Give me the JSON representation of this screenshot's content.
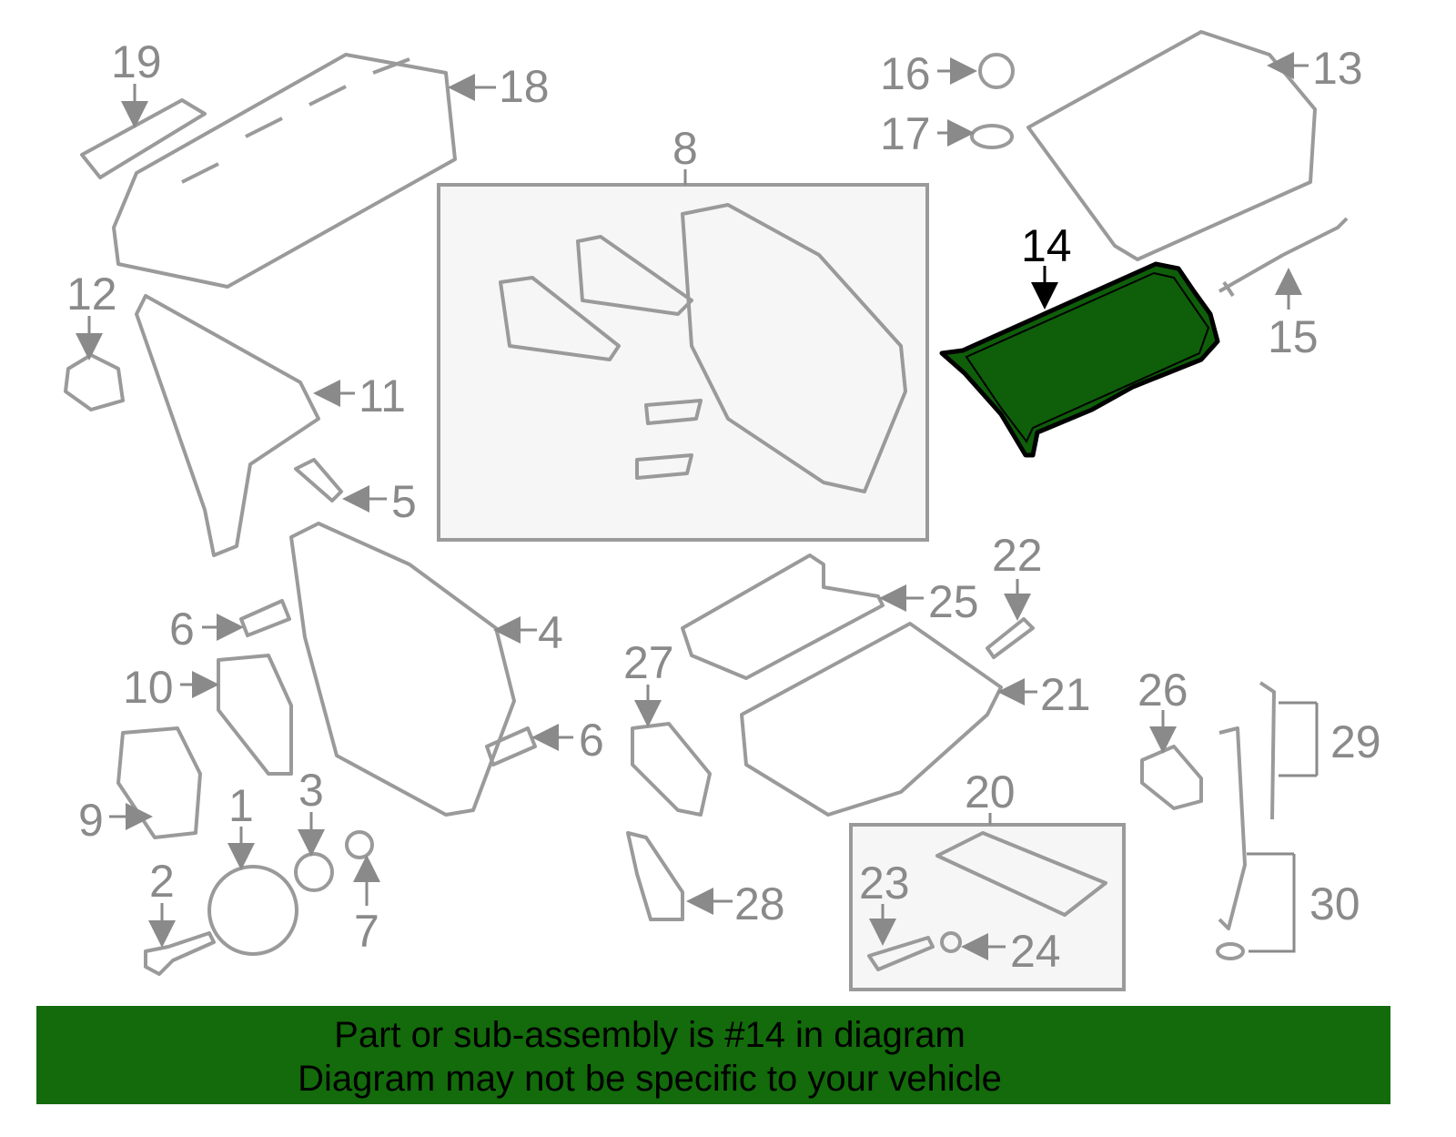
{
  "diagram": {
    "highlight_color": "#0f5e0a",
    "highlighted_part": "14",
    "labels": [
      "19",
      "18",
      "8",
      "16",
      "13",
      "17",
      "14",
      "12",
      "15",
      "11",
      "5",
      "6",
      "4",
      "25",
      "22",
      "27",
      "21",
      "26",
      "29",
      "10",
      "6",
      "20",
      "3",
      "1",
      "9",
      "23",
      "2",
      "28",
      "30",
      "7",
      "24"
    ]
  },
  "banner": {
    "line1": "Part or sub-assembly is #14 in diagram",
    "line2": "Diagram may not be specific to your vehicle",
    "color": "#136b0b"
  }
}
